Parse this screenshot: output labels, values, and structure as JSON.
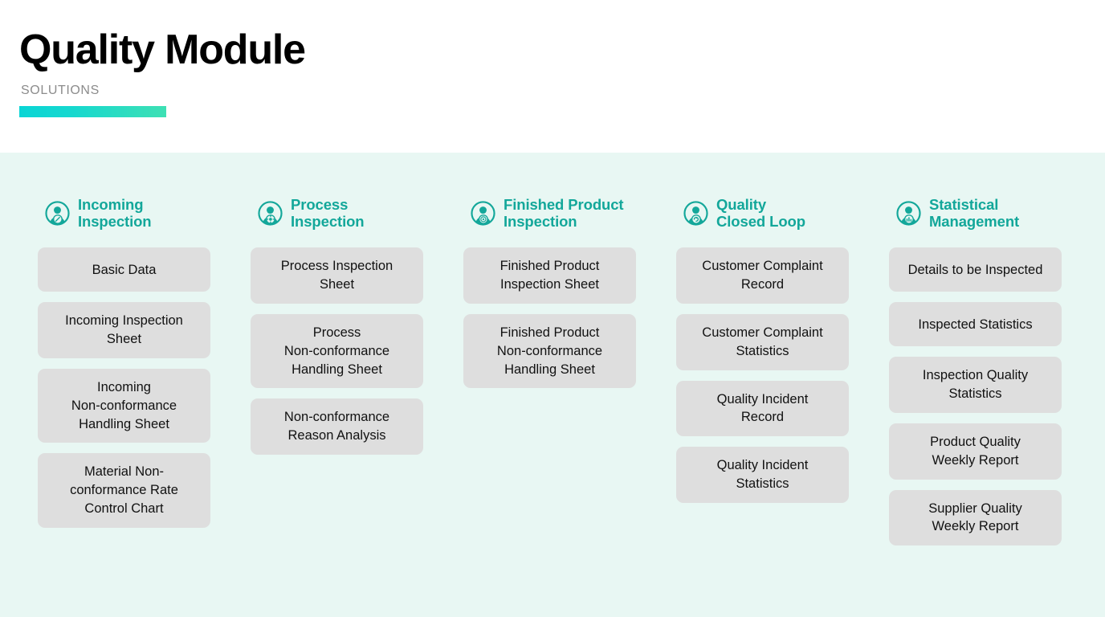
{
  "header": {
    "title": "Quality Module",
    "subtitle": "SOLUTIONS",
    "accent_gradient_from": "#0ad5d5",
    "accent_gradient_to": "#3ee0b4"
  },
  "theme": {
    "panel_background": "#e8f7f3",
    "card_background": "#dedede",
    "title_color": "#13a79a",
    "card_text_color": "#111111",
    "subtitle_color": "#8c8c8c"
  },
  "columns": [
    {
      "icon": "person-magnifier-icon",
      "title": "Incoming\nInspection",
      "cards": [
        "Basic Data",
        "Incoming Inspection\nSheet",
        "Incoming\nNon-conformance\nHandling Sheet",
        "Material Non-\nconformance Rate\nControl Chart"
      ]
    },
    {
      "icon": "person-gear-icon",
      "title": "Process\nInspection",
      "cards": [
        "Process Inspection\nSheet",
        "Process\nNon-conformance\nHandling Sheet",
        "Non-conformance\nReason Analysis"
      ]
    },
    {
      "icon": "person-target-icon",
      "title": "Finished Product\nInspection",
      "cards": [
        "Finished Product\nInspection Sheet",
        "Finished Product\nNon-conformance\nHandling Sheet"
      ]
    },
    {
      "icon": "person-loop-icon",
      "title": "Quality\nClosed Loop",
      "cards": [
        "Customer Complaint\nRecord",
        "Customer Complaint\nStatistics",
        "Quality Incident\nRecord",
        "Quality Incident\nStatistics"
      ]
    },
    {
      "icon": "person-chart-icon",
      "title": "Statistical\nManagement",
      "cards": [
        "Details to be Inspected",
        "Inspected Statistics",
        "Inspection Quality\nStatistics",
        "Product Quality\nWeekly Report",
        "Supplier Quality\nWeekly Report"
      ]
    }
  ]
}
